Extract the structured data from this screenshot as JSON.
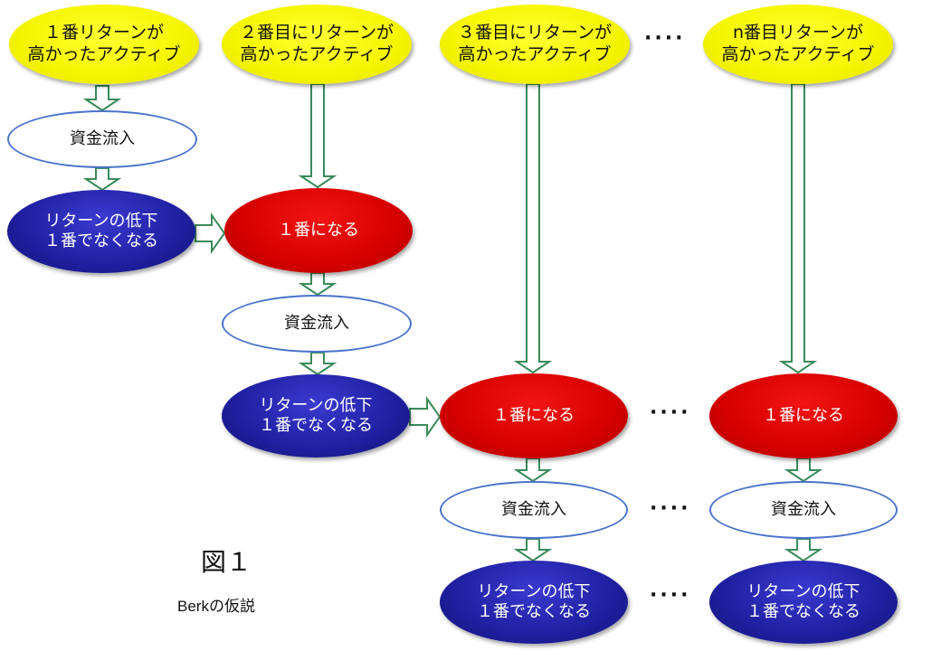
{
  "figure": {
    "label": "図１",
    "caption": "Berkの仮説"
  },
  "columns": [
    {
      "header": [
        "１番リターンが",
        "高かったアクティブ"
      ],
      "nodes": {
        "inflow": "資金流入",
        "decline": [
          "リターンの低下",
          "１番でなくなる"
        ]
      }
    },
    {
      "header": [
        "２番目にリターンが",
        "高かったアクティブ"
      ],
      "nodes": {
        "first": "１番になる",
        "inflow": "資金流入",
        "decline": [
          "リターンの低下",
          "１番でなくなる"
        ]
      }
    },
    {
      "header": [
        "３番目にリターンが",
        "高かったアクティブ"
      ],
      "nodes": {
        "first": "１番になる",
        "inflow": "資金流入",
        "decline": [
          "リターンの低下",
          "１番でなくなる"
        ]
      }
    },
    {
      "header": [
        "n番目リターンが",
        "高かったアクティブ"
      ],
      "nodes": {
        "first": "１番になる",
        "inflow": "資金流入",
        "decline": [
          "リターンの低下",
          "１番でなくなる"
        ]
      }
    }
  ],
  "ellipsis": "····",
  "colors": {
    "header": "#f5f500",
    "inflow_border": "#4a73c9",
    "decline": "#1f1fa0",
    "first": "#d40000",
    "arrow": "#3a8a5a"
  }
}
